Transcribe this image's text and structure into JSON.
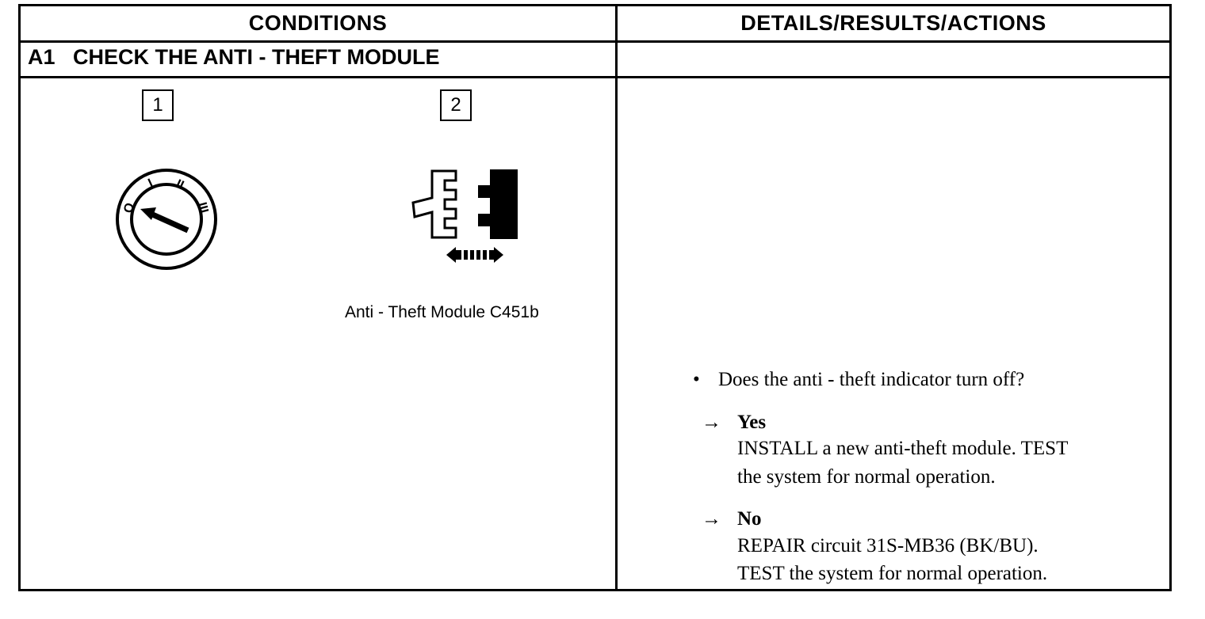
{
  "header": {
    "conditions": "CONDITIONS",
    "details": "DETAILS/RESULTS/ACTIONS"
  },
  "step": {
    "id": "A1",
    "title": "CHECK THE ANTI - THEFT MODULE"
  },
  "figures": {
    "step1_number": "1",
    "step2_number": "2",
    "ignition_labels": [
      "O",
      "I",
      "II",
      "III"
    ],
    "connector_caption": "Anti - Theft Module C451b"
  },
  "details": {
    "question": "Does the anti - theft indicator turn off?",
    "yes": {
      "label": "Yes",
      "line1": "INSTALL a new anti-theft module. TEST",
      "line2": "the system for normal operation."
    },
    "no": {
      "label": "No",
      "line1": "REPAIR circuit 31S-MB36 (BK/BU).",
      "line2": "TEST the system for normal operation."
    },
    "bullet": "•",
    "arrow": "→"
  }
}
